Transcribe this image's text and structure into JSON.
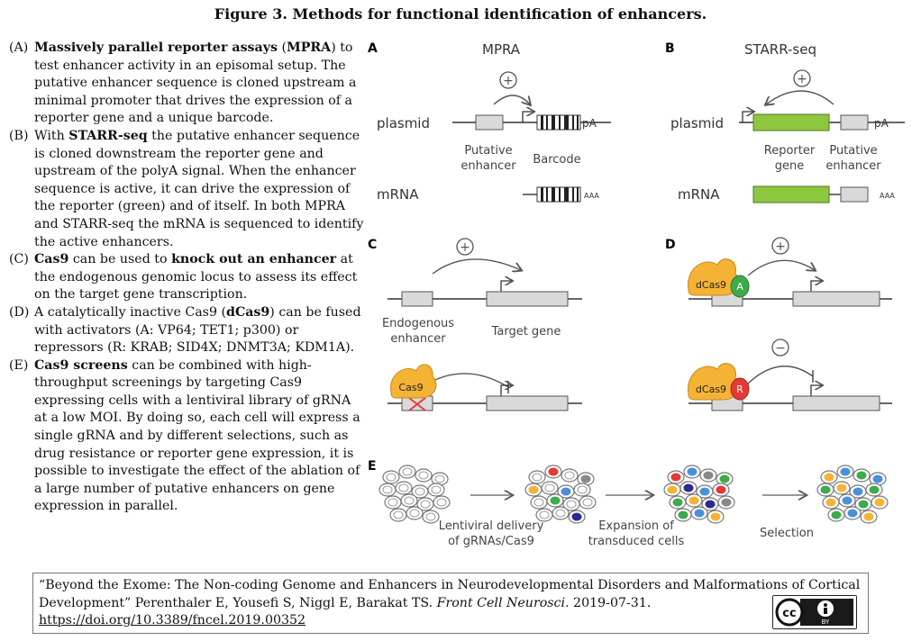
{
  "title": "Figure 3. Methods for functional identification of enhancers.",
  "left_text": {
    "A": {
      "label": "(A)",
      "bold1": "Massively parallel reporter assays",
      "t1": " (",
      "bold2": "MPRA",
      "t2": ") to test enhancer activity in an episomal setup. The putative enhancer sequence is cloned upstream a minimal promoter that drives the expression of a reporter gene and a unique barcode."
    },
    "B": {
      "label": "(B)",
      "t0": "With ",
      "bold1": "STARR-seq",
      "t1": " the putative enhancer sequence is cloned downstream the reporter gene and upstream of the polyA signal. When the enhancer sequence is active, it can drive the expression of the reporter (green) and of itself. In both MPRA and STARR-seq the mRNA is sequenced to identify the active enhancers."
    },
    "C": {
      "label": "(C)",
      "bold1": "Cas9",
      "t1": " can be used to ",
      "bold2": "knock out an enhancer",
      "t2": " at the endogenous genomic locus to assess its effect on the target gene transcription."
    },
    "D": {
      "label": "(D)",
      "t0": "A catalytically inactive Cas9 (",
      "bold1": "dCas9",
      "t1": ") can be fused with activators (A: VP64; TET1; p300) or repressors (R: KRAB; SID4X; DNMT3A; KDM1A)."
    },
    "E": {
      "label": "(E)",
      "bold1": "Cas9 screens",
      "t1": " can be combined with high-throughput screenings by targeting Cas9 expressing cells with a lentiviral library of gRNA at a low MOI. By doing so, each cell will express a single gRNA and by different selections, such as drug resistance or reporter gene expression, it is possible to investigate the effect of the ablation of a large number of putative enhancers on gene expression in parallel."
    }
  },
  "figure": {
    "panelA": {
      "letter": "A",
      "heading": "MPRA",
      "plasmid": "plasmid",
      "mrna": "mRNA",
      "pa": "pA",
      "putative1": "Putative",
      "putative2": "enhancer",
      "barcode": "Barcode",
      "aaa": "AAA",
      "plus": "+"
    },
    "panelB": {
      "letter": "B",
      "heading": "STARR-seq",
      "plasmid": "plasmid",
      "mrna": "mRNA",
      "pa": "pA",
      "reporter1": "Reporter",
      "reporter2": "gene",
      "putative1": "Putative",
      "putative2": "enhancer",
      "aaa": "AAA",
      "plus": "+"
    },
    "panelC": {
      "letter": "C",
      "endog1": "Endogenous",
      "endog2": "enhancer",
      "target": "Target gene",
      "cas9": "Cas9",
      "plus": "+"
    },
    "panelD": {
      "letter": "D",
      "dcas9a": "dCas9",
      "dcas9b": "dCas9",
      "activator": "A",
      "repressor": "R",
      "plus": "+",
      "minus": "−"
    },
    "panelE": {
      "letter": "E",
      "lenti1": "Lentiviral delivery",
      "lenti2": "of gRNAs/Cas9",
      "exp1": "Expansion of",
      "exp2": "transduced cells",
      "selection": "Selection"
    },
    "colors": {
      "green": "#8dc63f",
      "orange": "#f5b335",
      "grey_box": "#d9d9d9",
      "red": "#e53935"
    }
  },
  "citation": {
    "line1": "“Beyond the Exome: The Non-coding Genome and Enhancers in Neurodevelopmental Disorders and Malformations of Cortical Development” Perenthaler E, Yousefi S, Niggl E, Barakat TS.",
    "journal": "Front Cell Neurosci",
    "date": ". 2019-07-31.",
    "link": "https://doi.org/10.3389/fncel.2019.00352",
    "license": "BY"
  }
}
